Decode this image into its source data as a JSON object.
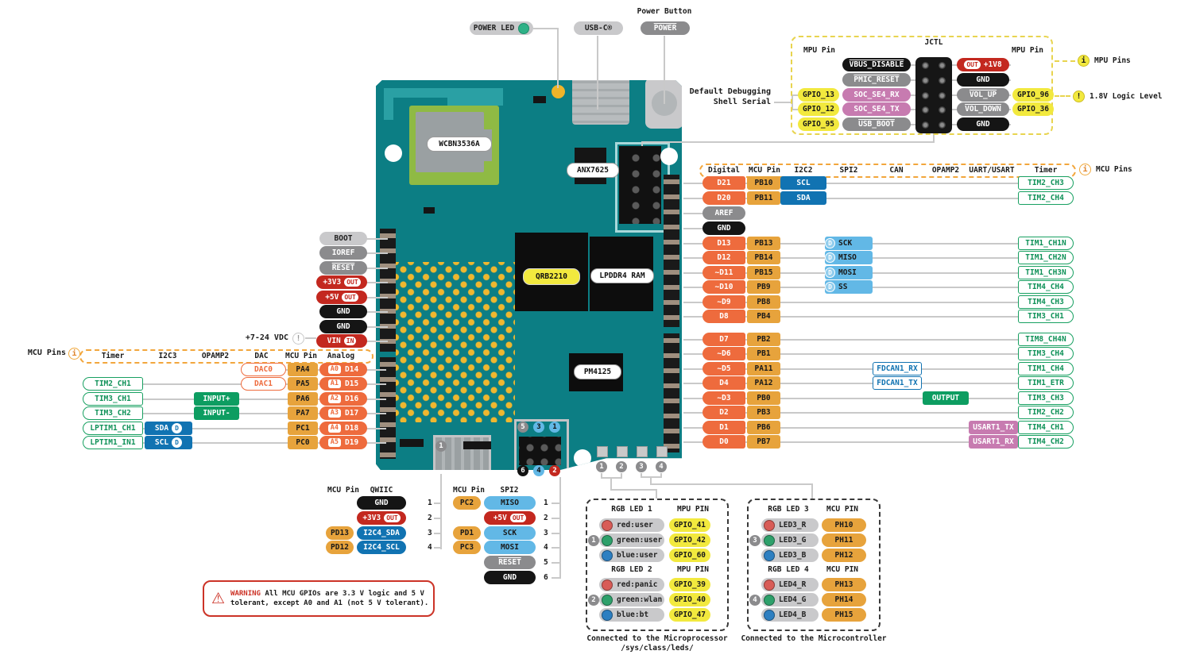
{
  "title_labels": {
    "power_led": "POWER LED",
    "usb": "USB-C®",
    "power_button_caption": "Power Button",
    "power_button": "POWER"
  },
  "board": {
    "wifi_module": "WCBN3536A",
    "usb_bridge": "ANX7625",
    "soc": "QRB2210",
    "ram": "LPDDR4 RAM",
    "pmic": "PM4125",
    "led_nums": [
      "1",
      "2",
      "3",
      "4"
    ],
    "qwiic_num": "1",
    "spi2_top_nums": [
      "5",
      "3",
      "1"
    ],
    "spi2_bottom_nums": [
      "6",
      "4",
      "2"
    ]
  },
  "jctl": {
    "title": "JCTL",
    "left_header": "MPU Pin",
    "right_header": "MPU Pin",
    "debug1": "Default Debugging",
    "debug2": "Shell Serial",
    "left_rows": [
      {
        "signal": "VBUS_DISABLE",
        "kind": "ground",
        "overline": true
      },
      {
        "signal": "PMIC_RESET",
        "kind": "gray",
        "overline": true
      },
      {
        "gpio": "GPIO_13",
        "signal": "SOC_SE4_RX",
        "kind": "uart"
      },
      {
        "gpio": "GPIO_12",
        "signal": "SOC_SE4_TX",
        "kind": "uart"
      },
      {
        "gpio": "GPIO_95",
        "signal": "USB_BOOT",
        "kind": "gray",
        "overline": true
      }
    ],
    "right_rows": [
      {
        "signal": "+1V8",
        "badge": "OUT",
        "kind": "power"
      },
      {
        "signal": "GND",
        "kind": "ground"
      },
      {
        "signal": "VOL_UP",
        "kind": "gray",
        "overline": true,
        "gpio": "GPIO_96"
      },
      {
        "signal": "VOL_DOWN",
        "kind": "gray",
        "overline": true,
        "gpio": "GPIO_36"
      },
      {
        "signal": "GND",
        "kind": "ground"
      }
    ]
  },
  "legend": {
    "mpu_pins": "MPU Pins",
    "logic_level": "1.8V Logic Level",
    "mcu_pins_right": "MCU Pins",
    "mcu_pins_left": "MCU Pins",
    "vin_note": "+7-24 VDC"
  },
  "right_table": {
    "headers": [
      "Digital",
      "MCU Pin",
      "I2C2",
      "SPI2",
      "CAN",
      "OPAMP2",
      "UART/USART",
      "Timer"
    ],
    "rows": [
      {
        "digital": "D21",
        "mcu": "PB10",
        "i2c": "SCL",
        "timer": "TIM2_CH3"
      },
      {
        "digital": "D20",
        "mcu": "PB11",
        "i2c": "SDA",
        "timer": "TIM2_CH4"
      },
      {
        "digital": "AREF",
        "kind": "gray"
      },
      {
        "digital": "GND",
        "kind": "ground"
      },
      {
        "digital": "D13",
        "mcu": "PB13",
        "spi": "SCK",
        "timer": "TIM1_CH1N"
      },
      {
        "digital": "D12",
        "mcu": "PB14",
        "spi": "MISO",
        "timer": "TIM1_CH2N"
      },
      {
        "digital": "~D11",
        "mcu": "PB15",
        "spi": "MOSI",
        "timer": "TIM1_CH3N"
      },
      {
        "digital": "~D10",
        "mcu": "PB9",
        "spi": "SS",
        "timer": "TIM4_CH4"
      },
      {
        "digital": "~D9",
        "mcu": "PB8",
        "timer": "TIM4_CH3"
      },
      {
        "digital": "D8",
        "mcu": "PB4",
        "timer": "TIM3_CH1"
      },
      {
        "digital": "D7",
        "mcu": "PB2",
        "timer": "TIM8_CH4N"
      },
      {
        "digital": "~D6",
        "mcu": "PB1",
        "timer": "TIM3_CH4"
      },
      {
        "digital": "~D5",
        "mcu": "PA11",
        "can": "FDCAN1_RX",
        "timer": "TIM1_CH4"
      },
      {
        "digital": "D4",
        "mcu": "PA12",
        "can": "FDCAN1_TX",
        "timer": "TIM1_ETR"
      },
      {
        "digital": "~D3",
        "mcu": "PB0",
        "opamp": "OUTPUT",
        "timer": "TIM3_CH3"
      },
      {
        "digital": "D2",
        "mcu": "PB3",
        "timer": "TIM2_CH2"
      },
      {
        "digital": "D1",
        "mcu": "PB6",
        "uart": "USART1_TX",
        "timer": "TIM4_CH1"
      },
      {
        "digital": "D0",
        "mcu": "PB7",
        "uart": "USART1_RX",
        "timer": "TIM4_CH2"
      }
    ]
  },
  "left_power": {
    "rows": [
      {
        "label": "BOOT",
        "kind": "lgray"
      },
      {
        "label": "IOREF",
        "kind": "gray"
      },
      {
        "label": "RESET",
        "kind": "gray",
        "overline": true
      },
      {
        "label": "+3V3",
        "badge": "OUT",
        "kind": "power"
      },
      {
        "label": "+5V",
        "badge": "OUT",
        "kind": "power"
      },
      {
        "label": "GND",
        "kind": "ground"
      },
      {
        "label": "GND",
        "kind": "ground"
      },
      {
        "label": "VIN",
        "badge": "IN",
        "kind": "power"
      }
    ]
  },
  "left_table": {
    "headers": [
      "Timer",
      "I2C3",
      "OPAMP2",
      "DAC",
      "MCU Pin",
      "Analog"
    ],
    "rows": [
      {
        "dac": "DAC0",
        "mcu": "PA4",
        "analog": "A0",
        "digital": "D14"
      },
      {
        "timer": "TIM2_CH1",
        "dac": "DAC1",
        "mcu": "PA5",
        "analog": "A1",
        "digital": "D15"
      },
      {
        "timer": "TIM3_CH1",
        "opamp": "INPUT+",
        "mcu": "PA6",
        "analog": "A2",
        "digital": "D16"
      },
      {
        "timer": "TIM3_CH2",
        "opamp": "INPUT-",
        "mcu": "PA7",
        "analog": "A3",
        "digital": "D17"
      },
      {
        "timer": "LPTIM1_CH1",
        "i2c": "SDA",
        "mcu": "PC1",
        "analog": "A4",
        "digital": "D18"
      },
      {
        "timer": "LPTIM1_IN1",
        "i2c": "SCL",
        "mcu": "PC0",
        "analog": "A5",
        "digital": "D19"
      }
    ]
  },
  "qwiic_table": {
    "col1": "MCU Pin",
    "col2": "QWIIC",
    "rows": [
      {
        "signal": "GND",
        "kind": "ground",
        "num": "1"
      },
      {
        "signal": "+3V3",
        "badge": "OUT",
        "kind": "power",
        "num": "2"
      },
      {
        "mcu": "PD13",
        "signal": "I2C4_SDA",
        "kind": "i2c",
        "num": "3"
      },
      {
        "mcu": "PD12",
        "signal": "I2C4_SCL",
        "kind": "i2c",
        "num": "4"
      }
    ]
  },
  "spi2_table": {
    "col1": "MCU Pin",
    "col2": "SPI2",
    "rows": [
      {
        "mcu": "PC2",
        "signal": "MISO",
        "kind": "spi",
        "num": "1"
      },
      {
        "signal": "+5V",
        "badge": "OUT",
        "kind": "power",
        "num": "2"
      },
      {
        "mcu": "PD1",
        "signal": "SCK",
        "kind": "spi",
        "num": "3"
      },
      {
        "mcu": "PC3",
        "signal": "MOSI",
        "kind": "spi",
        "num": "4"
      },
      {
        "signal": "RESET",
        "kind": "gray",
        "overline": true,
        "num": "5"
      },
      {
        "signal": "GND",
        "kind": "ground",
        "num": "6"
      }
    ]
  },
  "led_boxes": [
    {
      "pin_kind": "gpio",
      "caption": [
        "Connected to the Microprocessor",
        "/sys/class/leds/"
      ],
      "groups": [
        {
          "num": "1",
          "title": "RGB LED 1",
          "pin_header": "MPU PIN",
          "rows": [
            {
              "color": "red",
              "label": "red:user",
              "pin": "GPIO_41"
            },
            {
              "color": "green",
              "label": "green:user",
              "pin": "GPIO_42"
            },
            {
              "color": "blue",
              "label": "blue:user",
              "pin": "GPIO_60"
            }
          ]
        },
        {
          "num": "2",
          "title": "RGB LED 2",
          "pin_header": "MPU PIN",
          "rows": [
            {
              "color": "red",
              "label": "red:panic",
              "pin": "GPIO_39"
            },
            {
              "color": "green",
              "label": "green:wlan",
              "pin": "GPIO_40"
            },
            {
              "color": "blue",
              "label": "blue:bt",
              "pin": "GPIO_47"
            }
          ]
        }
      ]
    },
    {
      "pin_kind": "mcu",
      "caption": [
        "Connected to the Microcontroller"
      ],
      "groups": [
        {
          "num": "3",
          "title": "RGB LED 3",
          "pin_header": "MCU PIN",
          "rows": [
            {
              "color": "red",
              "label": "LED3_R",
              "pin": "PH10"
            },
            {
              "color": "green",
              "label": "LED3_G",
              "pin": "PH11"
            },
            {
              "color": "blue",
              "label": "LED3_B",
              "pin": "PH12"
            }
          ]
        },
        {
          "num": "4",
          "title": "RGB LED 4",
          "pin_header": "MCU PIN",
          "rows": [
            {
              "color": "red",
              "label": "LED4_R",
              "pin": "PH13"
            },
            {
              "color": "green",
              "label": "LED4_G",
              "pin": "PH14"
            },
            {
              "color": "blue",
              "label": "LED4_B",
              "pin": "PH15"
            }
          ]
        }
      ]
    }
  ],
  "warning": {
    "title": "WARNING",
    "text": "All MCU GPIOs are 3.3 V logic and 5 V tolerant, except A0 and A1 (not 5 V tolerant)."
  },
  "icons": {
    "d": "D",
    "info": "i",
    "alert": "!",
    "warning": "⚠"
  },
  "colors": {
    "board": "#0c7e84",
    "digital": "#ee6b3d",
    "mcu_pin": "#e7a33c",
    "i2c": "#1173b2",
    "spi": "#62b8e6",
    "uart": "#c77bb0",
    "timer": "#17a061",
    "power": "#c3281f",
    "gpio": "#f2e93e",
    "ground": "#151515",
    "opamp": "#0d9d61",
    "can": "#1173b2"
  }
}
